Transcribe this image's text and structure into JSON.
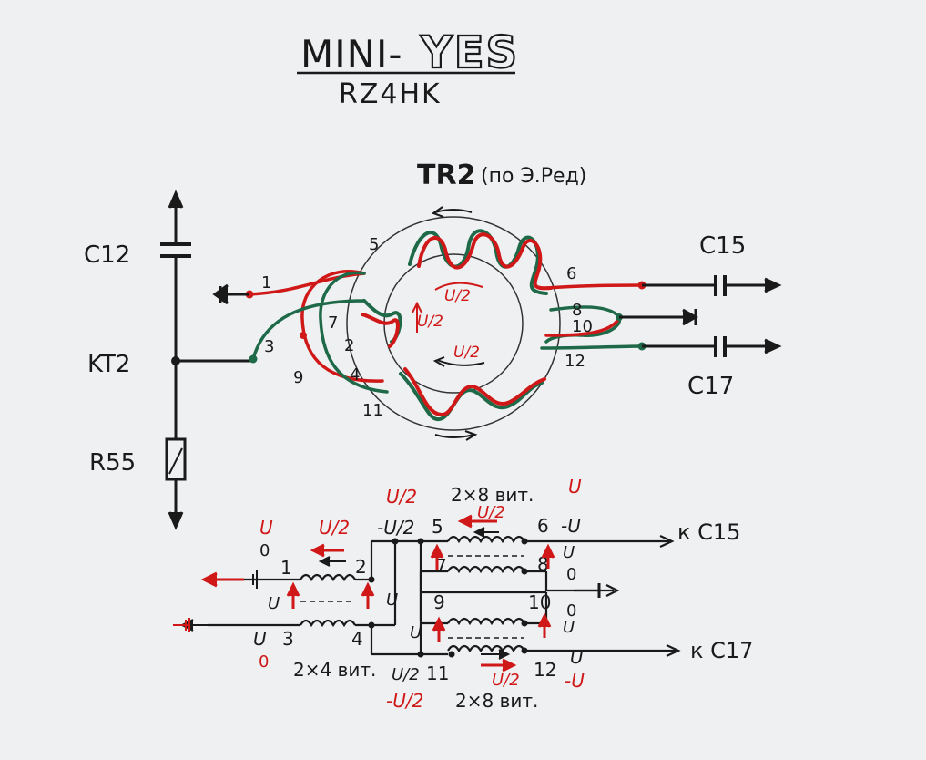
{
  "colors": {
    "paper": "#eef0f2",
    "ink": "#1a1a1a",
    "red_wire": "#d01818",
    "green_wire": "#1e6a48",
    "annotation": "#d01818"
  },
  "header": {
    "title_prefix": "MINI-",
    "title_word": "YES",
    "callsign": "RZ4HK"
  },
  "transformer": {
    "name": "TR2",
    "note": "(по Э.Ред)",
    "half_label_top": "U/2",
    "half_label_left": "U/2",
    "half_label_bottom": "U/2"
  },
  "components": {
    "c12": "C12",
    "kt2": "KT2",
    "r55": "R55",
    "c15": "C15",
    "c17": "C17"
  },
  "pins": {
    "p1": "1",
    "p2": "2",
    "p3": "3",
    "p4": "4",
    "p5": "5",
    "p6": "6",
    "p7": "7",
    "p8": "8",
    "p9": "9",
    "p10": "10",
    "p11": "11",
    "p12": "12"
  },
  "schematic": {
    "winding_top_label": "2×8 вит.",
    "winding_left_label": "2×4 вит.",
    "winding_bottom_label": "2×8 вит.",
    "to_c15": "к C15",
    "to_c17": "к C17",
    "u": "U",
    "minus_u": "-U",
    "half_u": "U/2",
    "minus_half_u": "-U/2",
    "zero": "0"
  }
}
